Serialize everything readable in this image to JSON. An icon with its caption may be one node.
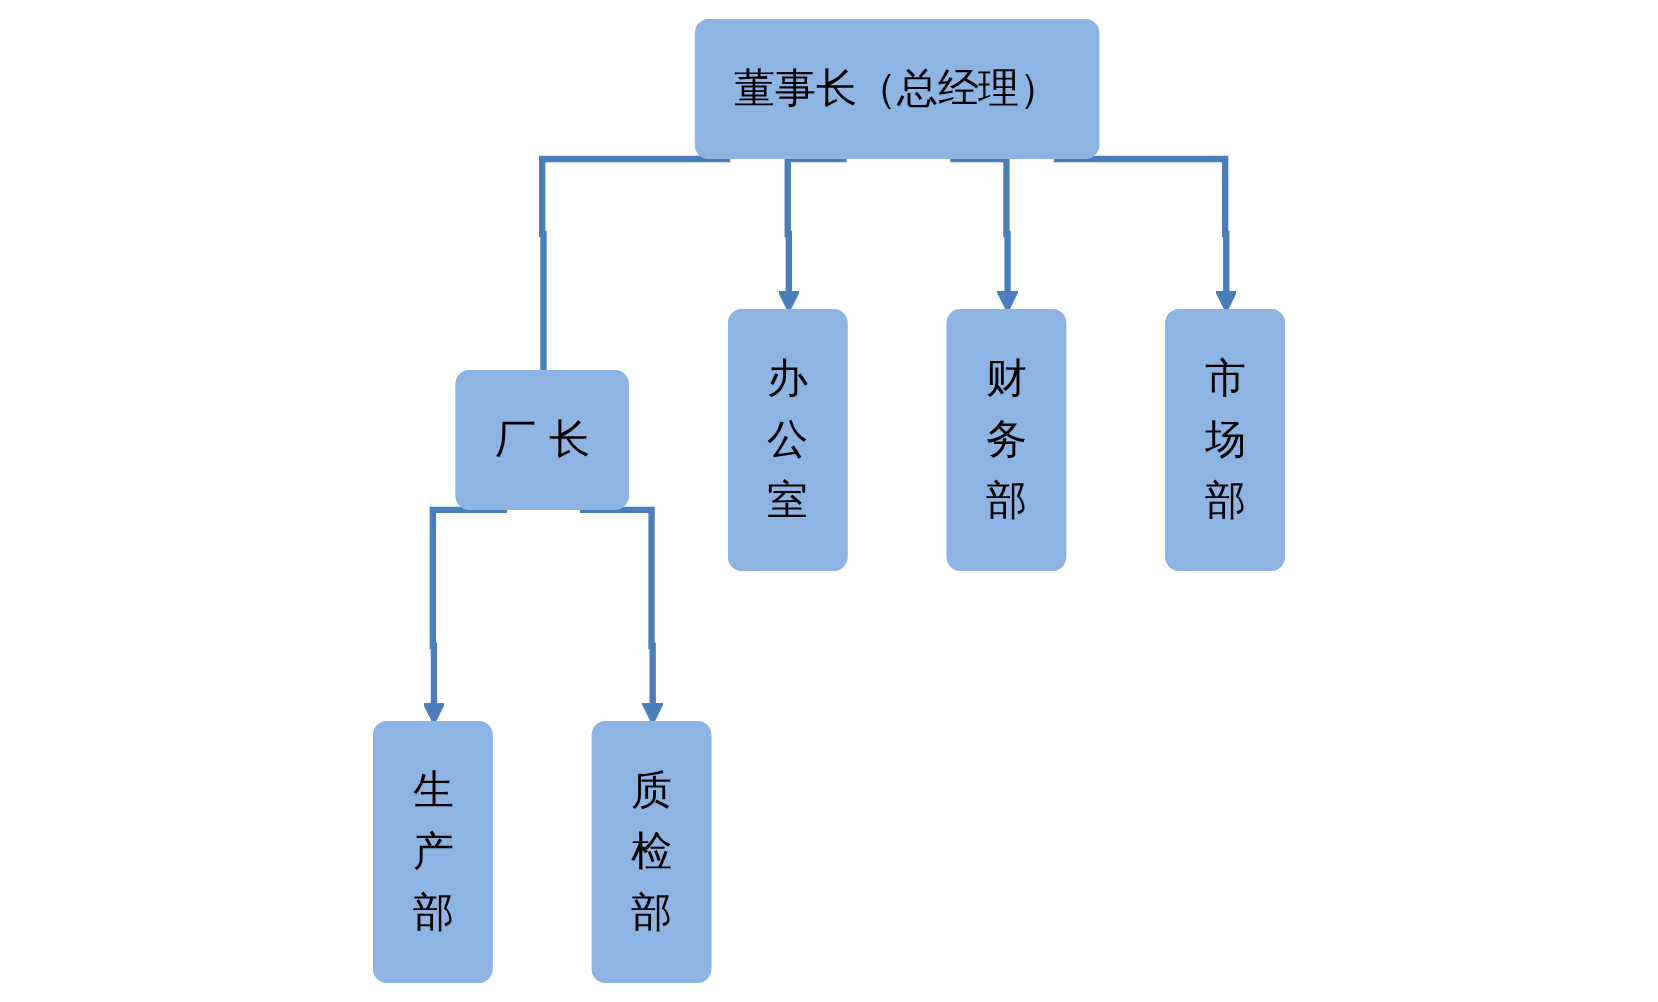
{
  "diagram": {
    "nodes": [
      {
        "text": [
          "董事长（总经理）"
        ]
      },
      {
        "text": [
          "厂 长"
        ]
      },
      {
        "text": [
          "办公室"
        ]
      },
      {
        "text": [
          "财务部"
        ]
      },
      {
        "text": [
          "市场部"
        ]
      },
      {
        "text": [
          "生产部"
        ]
      },
      {
        "text": [
          "质检部"
        ]
      }
    ],
    "edges": [
      {
        "from": 0,
        "to": 2,
        "arrow": "to"
      },
      {
        "from": 0,
        "to": 3,
        "arrow": "to"
      },
      {
        "from": 0,
        "to": 4,
        "arrow": "to"
      },
      {
        "from": 0,
        "to": 1,
        "arrow": "none"
      },
      {
        "from": 1,
        "to": 5,
        "arrow": "to"
      },
      {
        "from": 1,
        "to": 6,
        "arrow": "to"
      }
    ]
  }
}
